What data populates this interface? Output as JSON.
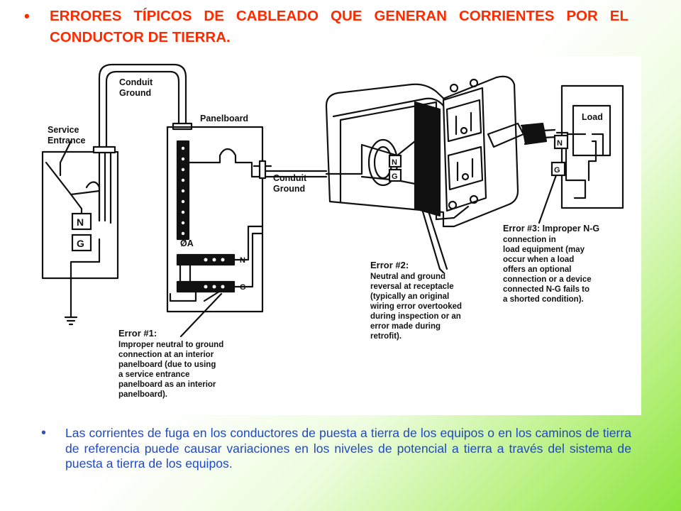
{
  "slide": {
    "title_bullet": "•",
    "title": "ERRORES TÍPICOS DE CABLEADO QUE GENERAN CORRIENTES POR EL CONDUCTOR DE TIERRA.",
    "body_bullet": "•",
    "body": "Las corrientes de fuga en los conductores de puesta a tierra de los equipos o en los caminos de tierra de referencia puede causar variaciones en los niveles de potencial a tierra a través del sistema de puesta  a tierra de los equipos."
  },
  "colors": {
    "title": "#ff2a00",
    "body": "#1f49c4",
    "background_gradient_end": "#8be53f"
  },
  "diagram": {
    "conduit_ground_top": [
      "Conduit",
      "Ground"
    ],
    "service_entrance": [
      "Service",
      "Entrance"
    ],
    "panelboard": "Panelboard",
    "conduit_ground_mid": [
      "Conduit",
      "Ground"
    ],
    "load": "Load",
    "n": "N",
    "g": "G",
    "phase_a": "ØA",
    "error1": [
      "Error #1:",
      "Improper neutral to ground",
      "connection at an interior",
      "panelboard (due to using",
      "a service entrance",
      "panelboard as an interior",
      "panelboard)."
    ],
    "error2": [
      "Error #2:",
      "Neutral and ground",
      "reversal at receptacle",
      "(typically an original",
      "wiring error overtooked",
      "during inspection or an",
      "error made during",
      "retrofit)."
    ],
    "error3": [
      "Error #3: Improper N-G",
      "connection in",
      "load equipment (may",
      "occur when a load",
      "offers an optional",
      "connection or a device",
      "connected N-G fails to",
      "a shorted condition)."
    ]
  }
}
